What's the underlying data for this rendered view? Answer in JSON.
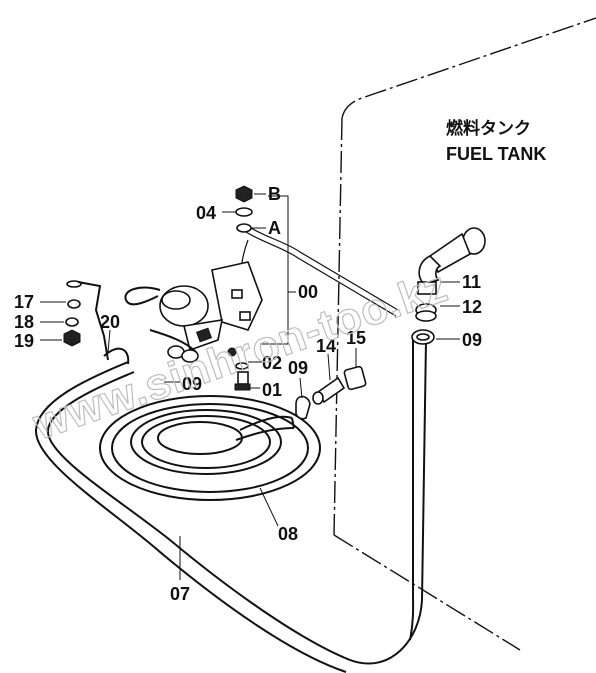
{
  "tank_label": {
    "japanese": "燃料タンク",
    "english": "FUEL TANK"
  },
  "watermark": "www.sinhron-too.kz",
  "part_labels": {
    "p00": "00",
    "p01": "01",
    "p02": "02",
    "p04": "04",
    "p07": "07",
    "p08": "08",
    "p09_upper": "09",
    "p09_left": "09",
    "p09_mid": "09",
    "p11": "11",
    "p12": "12",
    "p14": "14",
    "p15": "15",
    "p17": "17",
    "p18": "18",
    "p19": "19",
    "p20": "20",
    "ref_a": "A",
    "ref_b": "B"
  }
}
